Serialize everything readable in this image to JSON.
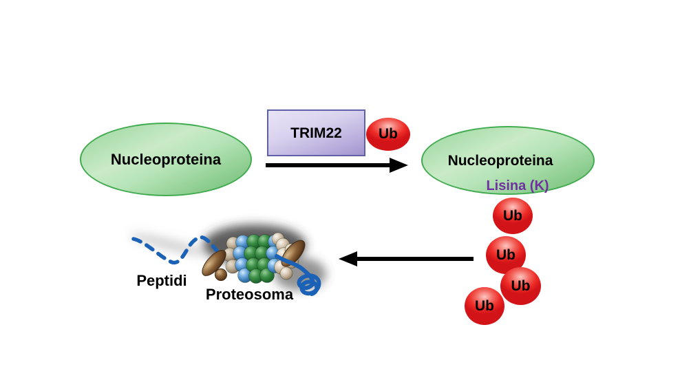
{
  "diagram": {
    "left_ellipse": {
      "label": "Nucleoproteina"
    },
    "trim22": {
      "label": "TRIM22"
    },
    "ub_seed": {
      "label": "Ub"
    },
    "right_ellipse": {
      "label": "Nucleoproteina",
      "sublabel": "Lisina (K)"
    },
    "ub_chain": [
      "Ub",
      "Ub",
      "Ub",
      "Ub"
    ],
    "peptides": {
      "label": "Peptidi"
    },
    "proteasome": {
      "label": "Proteosoma"
    }
  },
  "colors": {
    "ellipse_green_border": "#41ab4f",
    "ellipse_green_light": "#c9ebc7",
    "ellipse_green_dark": "#74c078",
    "trim_border": "#6060a8",
    "trim_fill_light": "#e8e4f6",
    "trim_fill_dark": "#a093cb",
    "ub_red": "#ee2b26",
    "ub_red_light": "#fdc6c0",
    "lisina_purple": "#7030a0",
    "arrow_black": "#000000",
    "peptide_blue": "#1b61b5"
  }
}
